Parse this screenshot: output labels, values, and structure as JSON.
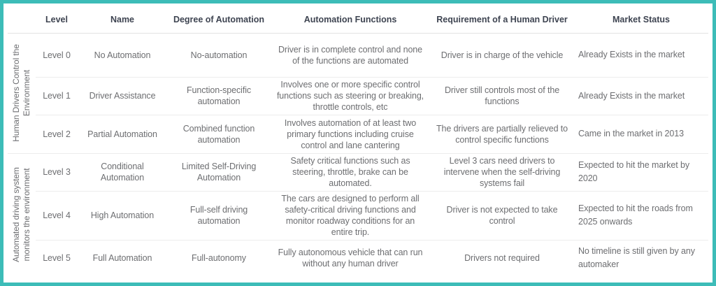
{
  "colors": {
    "border_accent": "#3dbcb8",
    "header_text": "#3e4451",
    "body_text": "#6d6e71"
  },
  "table": {
    "columns": [
      "Level",
      "Name",
      "Degree of Automation",
      "Automation Functions",
      "Requirement of a Human Driver",
      "Market Status"
    ],
    "groups": [
      {
        "label": "Human Drivers Control the Environment"
      },
      {
        "label": "Automated driving system monitors the environment"
      }
    ],
    "rows": [
      {
        "level": "Level 0",
        "name": "No Automation",
        "degree": "No-automation",
        "functions": "Driver is in complete control and none of the functions are automated",
        "requirement": "Driver is in charge of the vehicle",
        "market": "Already Exists in the market"
      },
      {
        "level": "Level 1",
        "name": "Driver Assistance",
        "degree": "Function-specific automation",
        "functions": "Involves one or more specific control functions such as steering or breaking, throttle controls, etc",
        "requirement": "Driver still controls most of the functions",
        "market": "Already Exists in the market"
      },
      {
        "level": "Level 2",
        "name": "Partial Automation",
        "degree": "Combined function automation",
        "functions": "Involves automation of at least two primary functions including cruise control and lane cantering",
        "requirement": "The drivers are partially relieved to control specific functions",
        "market": "Came in the market in 2013"
      },
      {
        "level": "Level 3",
        "name": "Conditional Automation",
        "degree": "Limited Self-Driving Automation",
        "functions": "Safety critical functions such as steering, throttle, brake can be automated.",
        "requirement": "Level 3 cars need drivers to intervene when the self-driving systems fail",
        "market": "Expected to hit the market by 2020"
      },
      {
        "level": "Level 4",
        "name": "High Automation",
        "degree": "Full-self driving automation",
        "functions": "The cars are designed to perform all safety-critical driving functions and monitor roadway conditions for an entire trip.",
        "requirement": "Driver is not expected to take control",
        "market": "Expected to hit the roads from 2025 onwards"
      },
      {
        "level": "Level 5",
        "name": "Full Automation",
        "degree": "Full-autonomy",
        "functions": "Fully autonomous vehicle that can run without any human driver",
        "requirement": "Drivers not required",
        "market": "No timeline is still given by any automaker"
      }
    ]
  }
}
